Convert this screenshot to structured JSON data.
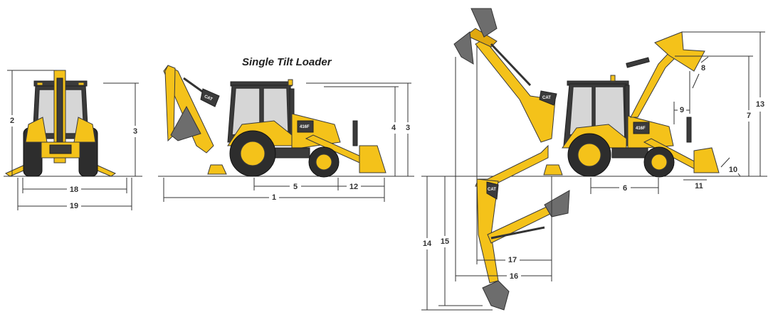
{
  "title": "Single Tilt Loader",
  "machine": {
    "logo": "CAT",
    "model": "416F"
  },
  "colors": {
    "body": "#f4c21a",
    "dark": "#3b3b3b",
    "glass": "#d6d6d6",
    "tire": "#2d2d2d"
  },
  "dimensions": {
    "d1": "1",
    "d2": "2",
    "d3": "3",
    "d4": "4",
    "d5": "5",
    "d6": "6",
    "d7": "7",
    "d8": "8",
    "d9": "9",
    "d10": "10",
    "d11": "11",
    "d12": "12",
    "d13": "13",
    "d14": "14",
    "d15": "15",
    "d16": "16",
    "d17": "17",
    "d18": "18",
    "d19": "19"
  }
}
